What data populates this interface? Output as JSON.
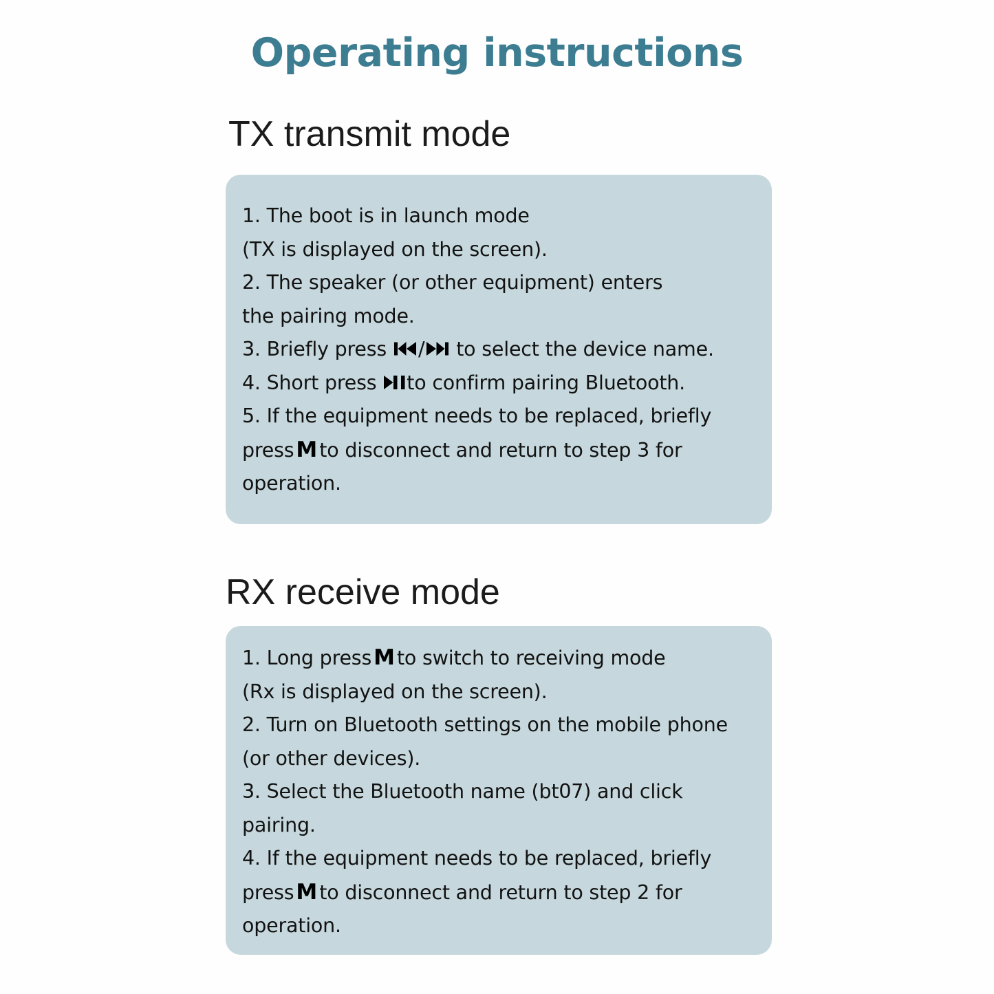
{
  "document": {
    "title": "Operating instructions",
    "title_color": "#3d7d92",
    "panel_color": "#c6d8dd",
    "background_color": "#ffffff"
  },
  "sections": [
    {
      "id": "tx",
      "heading": "TX transmit mode",
      "lines": [
        {
          "type": "text",
          "text": "1. The boot is in launch mode"
        },
        {
          "type": "text",
          "text": "(TX is displayed on the screen)."
        },
        {
          "type": "text",
          "text": "2. The speaker (or other equipment) enters"
        },
        {
          "type": "text",
          "text": "the pairing mode."
        },
        {
          "type": "rich",
          "before": "3. Briefly press ",
          "icons": [
            "prev-track-icon",
            "next-track-icon"
          ],
          "separator": "/",
          "after": " to select the device name."
        },
        {
          "type": "rich",
          "before": "4. Short press ",
          "icons": [
            "play-pause-icon"
          ],
          "separator": "",
          "after": "to confirm pairing Bluetooth."
        },
        {
          "type": "text",
          "text": "5. If the equipment needs to be replaced, briefly"
        },
        {
          "type": "key",
          "before": "press",
          "key": "M",
          "after": "to disconnect and return to step 3 for"
        },
        {
          "type": "text",
          "text": "operation."
        }
      ]
    },
    {
      "id": "rx",
      "heading": "RX receive mode",
      "lines": [
        {
          "type": "key",
          "before": "1. Long press",
          "key": "M",
          "after": "to switch to receiving mode"
        },
        {
          "type": "text",
          "text": "(Rx is displayed on the screen)."
        },
        {
          "type": "text",
          "text": "2. Turn on Bluetooth settings on the mobile phone"
        },
        {
          "type": "text",
          "text": " (or other devices)."
        },
        {
          "type": "text",
          "text": "3. Select the Bluetooth name (bt07) and click"
        },
        {
          "type": "text",
          "text": "pairing."
        },
        {
          "type": "text",
          "text": "4. If the equipment needs to be replaced, briefly"
        },
        {
          "type": "key",
          "before": "press",
          "key": "M",
          "after": "to disconnect and return to step 2 for"
        },
        {
          "type": "text",
          "text": "operation."
        }
      ]
    }
  ]
}
